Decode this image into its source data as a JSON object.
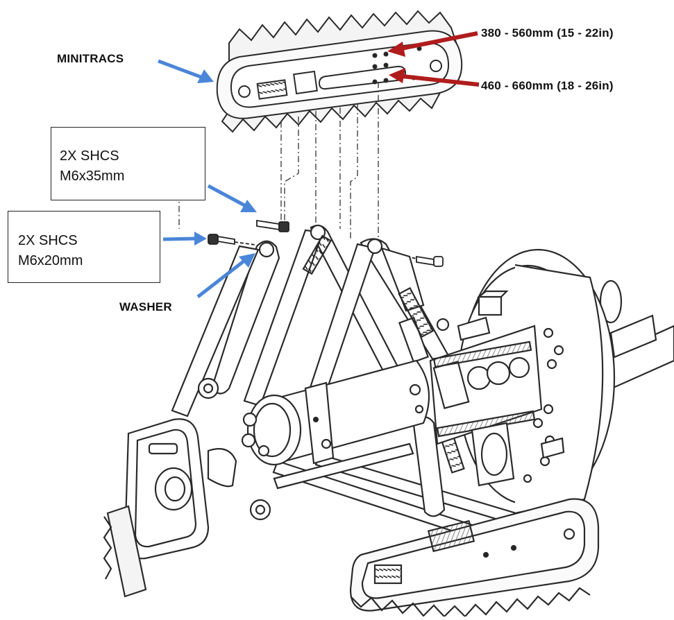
{
  "labels": {
    "minitracs": "MINITRACS",
    "washer": "WASHER",
    "range_short": "380 - 560mm (15 - 22in)",
    "range_long": "460 - 660mm (18 - 26in)"
  },
  "callouts": {
    "shcs_35": {
      "line1": "2X SHCS",
      "line2": "M6x35mm"
    },
    "shcs_20": {
      "line1": "2X SHCS",
      "line2": "M6x20mm"
    }
  },
  "colors": {
    "blue_arrow": "#4a86d8",
    "red_arrow": "#b01c1c",
    "line_art": "#2a2a2a"
  }
}
